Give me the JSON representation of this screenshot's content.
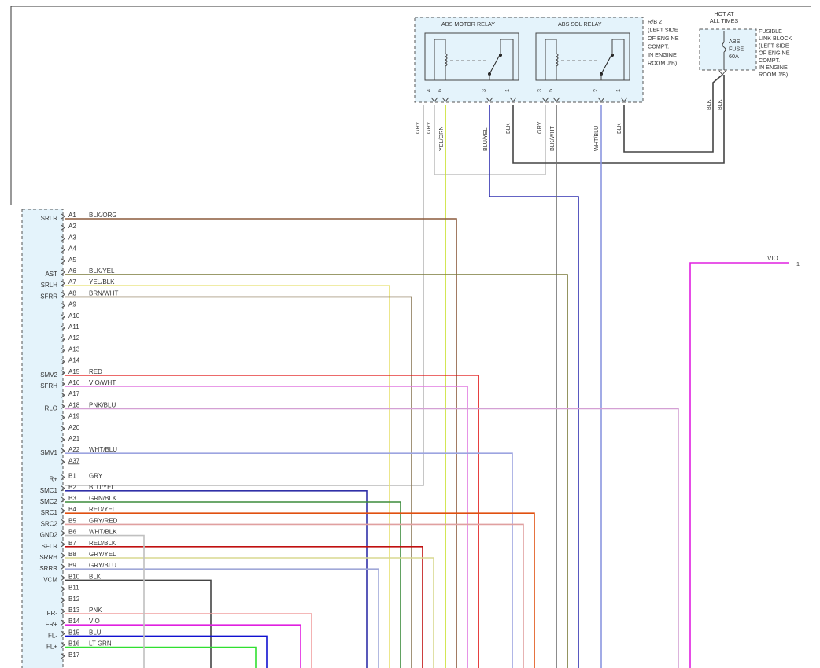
{
  "relays": {
    "motor": {
      "title": "ABS MOTOR RELAY",
      "pins": [
        "4",
        "6",
        "3",
        "1"
      ]
    },
    "sol": {
      "title": "ABS SOL RELAY",
      "pins": [
        "3",
        "5",
        "2",
        "1"
      ]
    },
    "location_lines": [
      "R/B 2",
      "(LEFT SIDE",
      "OF ENGINE",
      "COMPT.",
      "IN ENGINE",
      "ROOM J/B)"
    ]
  },
  "fuse": {
    "hot_lines": [
      "HOT AT",
      "ALL TIMES"
    ],
    "label_lines": [
      "ABS",
      "FUSE",
      "60A"
    ],
    "location_lines": [
      "FUSIBLE",
      "LINK BLOCK",
      "(LEFT SIDE",
      "OF ENGINE",
      "COMPT.",
      "IN ENGINE",
      "ROOM J/B)"
    ],
    "wire_labels": [
      "BLK",
      "BLK"
    ]
  },
  "relay_wire_labels": [
    {
      "text": "GRY",
      "color": "#b8b8b8"
    },
    {
      "text": "GRY",
      "color": "#b8b8b8"
    },
    {
      "text": "YEL/GRN",
      "color": "#b5d21d"
    },
    {
      "text": "BLU/YEL",
      "color": "#3030a8"
    },
    {
      "text": "BLK",
      "color": "#444444"
    },
    {
      "text": "GRY",
      "color": "#b8b8b8"
    },
    {
      "text": "BLK/WHT",
      "color": "#707070"
    },
    {
      "text": "WHT/BLU",
      "color": "#8a96e0"
    },
    {
      "text": "BLK",
      "color": "#444444"
    }
  ],
  "connector_pins": [
    {
      "pin": "A1",
      "signal": "SRLR",
      "wire": "BLK/ORG",
      "color": "#8b5a3c"
    },
    {
      "pin": "A2",
      "signal": "",
      "wire": "",
      "color": ""
    },
    {
      "pin": "A3",
      "signal": "",
      "wire": "",
      "color": ""
    },
    {
      "pin": "A4",
      "signal": "",
      "wire": "",
      "color": ""
    },
    {
      "pin": "A5",
      "signal": "",
      "wire": "",
      "color": ""
    },
    {
      "pin": "A6",
      "signal": "AST",
      "wire": "BLK/YEL",
      "color": "#7a7a3a"
    },
    {
      "pin": "A7",
      "signal": "SRLH",
      "wire": "YEL/BLK",
      "color": "#e8e070"
    },
    {
      "pin": "A8",
      "signal": "SFRR",
      "wire": "BRN/WHT",
      "color": "#8c7a58"
    },
    {
      "pin": "A9",
      "signal": "",
      "wire": "",
      "color": ""
    },
    {
      "pin": "A10",
      "signal": "",
      "wire": "",
      "color": ""
    },
    {
      "pin": "A11",
      "signal": "",
      "wire": "",
      "color": ""
    },
    {
      "pin": "A12",
      "signal": "",
      "wire": "",
      "color": ""
    },
    {
      "pin": "A13",
      "signal": "",
      "wire": "",
      "color": ""
    },
    {
      "pin": "A14",
      "signal": "",
      "wire": "",
      "color": ""
    },
    {
      "pin": "A15",
      "signal": "SMV2",
      "wire": "RED",
      "color": "#e01010"
    },
    {
      "pin": "A16",
      "signal": "SFRH",
      "wire": "VIO/WHT",
      "color": "#e07ae0"
    },
    {
      "pin": "A17",
      "signal": "",
      "wire": "",
      "color": ""
    },
    {
      "pin": "A18",
      "signal": "RLO",
      "wire": "PNK/BLU",
      "color": "#d4a0d4"
    },
    {
      "pin": "A19",
      "signal": "",
      "wire": "",
      "color": ""
    },
    {
      "pin": "A20",
      "signal": "",
      "wire": "",
      "color": ""
    },
    {
      "pin": "A21",
      "signal": "",
      "wire": "",
      "color": ""
    },
    {
      "pin": "A22",
      "signal": "SMV1",
      "wire": "WHT/BLU",
      "color": "#9ca4e0"
    },
    {
      "pin": "A37",
      "signal": "",
      "wire": "",
      "color": ""
    },
    {
      "pin": "B1",
      "signal": "R+",
      "wire": "GRY",
      "color": "#b8b8b8"
    },
    {
      "pin": "B2",
      "signal": "SMC1",
      "wire": "BLU/YEL",
      "color": "#3030a8"
    },
    {
      "pin": "B3",
      "signal": "SMC2",
      "wire": "GRN/BLK",
      "color": "#3c8c3c"
    },
    {
      "pin": "B4",
      "signal": "SRC1",
      "wire": "RED/YEL",
      "color": "#e05010"
    },
    {
      "pin": "B5",
      "signal": "SRC2",
      "wire": "GRY/RED",
      "color": "#e0a0a0"
    },
    {
      "pin": "B6",
      "signal": "GND2",
      "wire": "WHT/BLK",
      "color": "#c0c0c0"
    },
    {
      "pin": "B7",
      "signal": "SFLR",
      "wire": "RED/BLK",
      "color": "#c01010"
    },
    {
      "pin": "B8",
      "signal": "SRRH",
      "wire": "GRY/YEL",
      "color": "#d8d890"
    },
    {
      "pin": "B9",
      "signal": "SRRR",
      "wire": "GRY/BLU",
      "color": "#a0a8d8"
    },
    {
      "pin": "B10",
      "signal": "VCM",
      "wire": "BLK",
      "color": "#444444"
    },
    {
      "pin": "B11",
      "signal": "",
      "wire": "",
      "color": ""
    },
    {
      "pin": "B12",
      "signal": "",
      "wire": "",
      "color": ""
    },
    {
      "pin": "B13",
      "signal": "FR-",
      "wire": "PNK",
      "color": "#f0a0a0"
    },
    {
      "pin": "B14",
      "signal": "FR+",
      "wire": "VIO",
      "color": "#e020e0"
    },
    {
      "pin": "B15",
      "signal": "FL-",
      "wire": "BLU",
      "color": "#1010d0"
    },
    {
      "pin": "B16",
      "signal": "FL+",
      "wire": "LT GRN",
      "color": "#30e030"
    },
    {
      "pin": "B17",
      "signal": "",
      "wire": "",
      "color": ""
    }
  ],
  "vio_output": {
    "wire": "VIO",
    "pin": "1",
    "color": "#e020e0"
  }
}
